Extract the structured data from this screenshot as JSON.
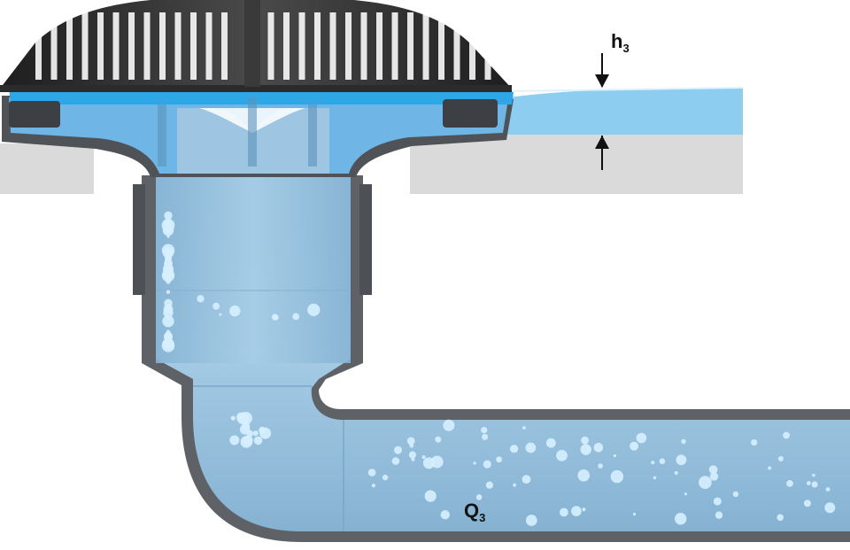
{
  "labels": {
    "head_main": "h",
    "head_sub": "3",
    "flow_main": "Q",
    "flow_sub": "3"
  },
  "colors": {
    "background": "#ffffff",
    "roof_slab": "#dadada",
    "water_surface": "#8ccdf0",
    "water_in_pipe": "#93bfdc",
    "bright_water": "#2ea7e6",
    "pipe_wall": "#5e6166",
    "grate": "#2a2a2a",
    "bubble": "#d6f0ff"
  },
  "icons": [
    "arrow-down-icon",
    "arrow-up-icon"
  ]
}
